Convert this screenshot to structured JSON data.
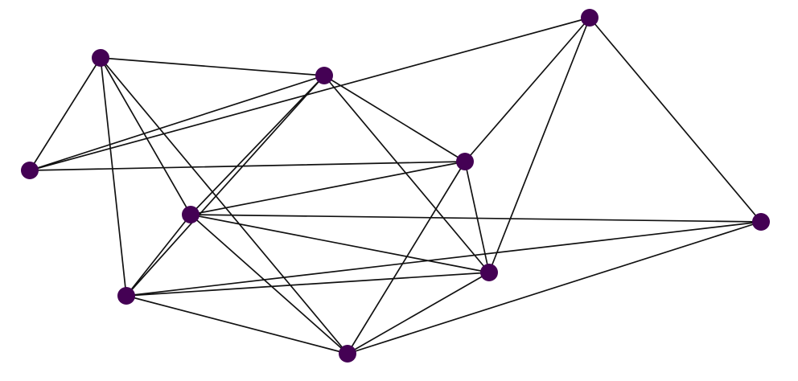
{
  "graph": {
    "node_color": "#440154",
    "edge_color": "#111111",
    "nodes": [
      {
        "id": "n0"
      },
      {
        "id": "n1"
      },
      {
        "id": "n2"
      },
      {
        "id": "n3"
      },
      {
        "id": "n4"
      },
      {
        "id": "n5"
      },
      {
        "id": "n6"
      },
      {
        "id": "n7"
      },
      {
        "id": "n8"
      },
      {
        "id": "n9"
      }
    ],
    "edges": [
      [
        "n1",
        "n2"
      ],
      [
        "n1",
        "n0"
      ],
      [
        "n1",
        "n3"
      ],
      [
        "n1",
        "n5"
      ],
      [
        "n1",
        "n6"
      ],
      [
        "n2",
        "n0"
      ],
      [
        "n2",
        "n3"
      ],
      [
        "n2",
        "n4"
      ],
      [
        "n2",
        "n7"
      ],
      [
        "n2",
        "n5"
      ],
      [
        "n0",
        "n4"
      ],
      [
        "n0",
        "n9"
      ],
      [
        "n3",
        "n4"
      ],
      [
        "n3",
        "n5"
      ],
      [
        "n3",
        "n6"
      ],
      [
        "n3",
        "n7"
      ],
      [
        "n3",
        "n8"
      ],
      [
        "n4",
        "n7"
      ],
      [
        "n4",
        "n9"
      ],
      [
        "n4",
        "n6"
      ],
      [
        "n5",
        "n6"
      ],
      [
        "n5",
        "n8"
      ],
      [
        "n5",
        "n7"
      ],
      [
        "n6",
        "n7"
      ],
      [
        "n6",
        "n8"
      ],
      [
        "n7",
        "n9"
      ],
      [
        "n8",
        "n9"
      ]
    ]
  }
}
